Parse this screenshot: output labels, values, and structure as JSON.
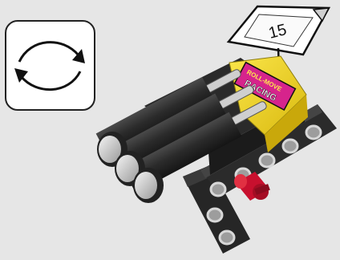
{
  "rotate_button": {
    "icon": "rotate-cycle-icon"
  },
  "callout": {
    "page_number": "15"
  },
  "sticker": {
    "line1": "ROLL-MOVE",
    "line2": "RACING"
  },
  "colors": {
    "background": "#e6e6e6",
    "frame_black": "#2a2a2a",
    "battery_yellow": "#f2d41d",
    "axle_red": "#c8102e",
    "sticker_magenta": "#d6248c"
  }
}
